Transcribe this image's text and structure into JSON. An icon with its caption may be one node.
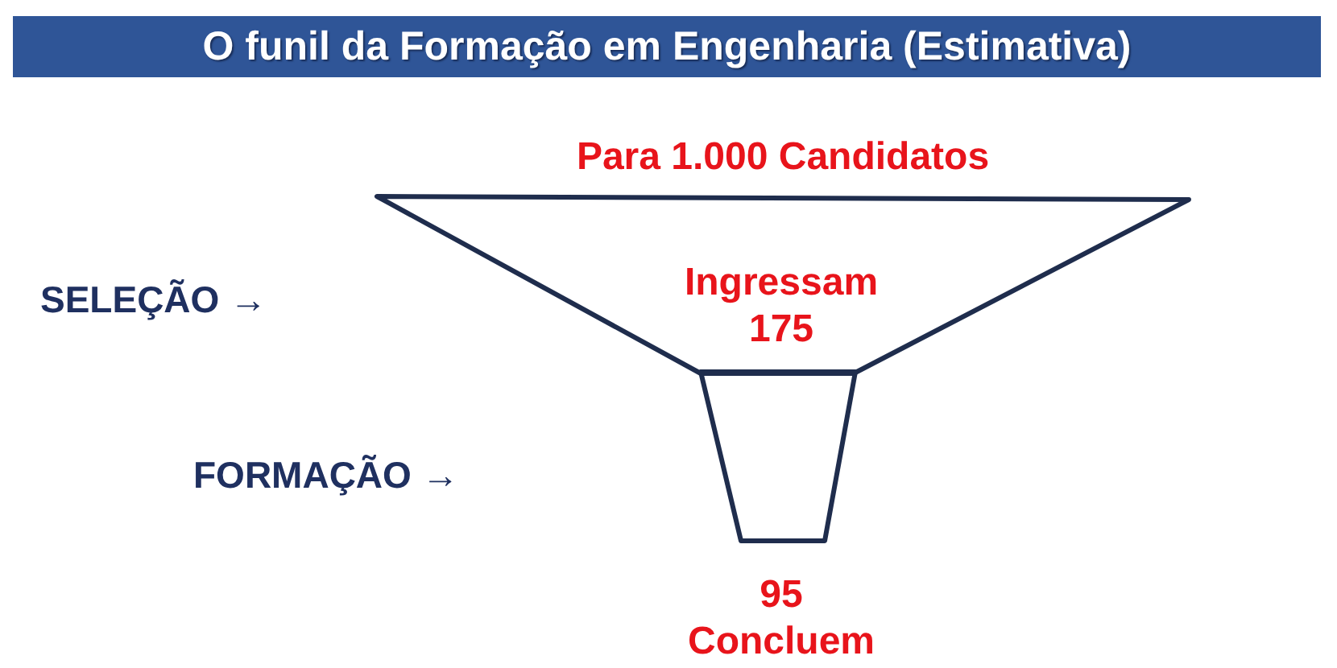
{
  "diagram": {
    "title": "O funil da Formação em Engenharia (Estimativa)",
    "nodes": [
      {
        "text": [
          "Para 1.000 Candidatos",
          "Ingressam 175"
        ]
      },
      {
        "text": [],
        "shape": "trapezoid",
        "beside": [
          "95 Concluem"
        ]
      }
    ],
    "labels": [
      "SELEÇÃO →",
      "FORMAÇÃO →"
    ]
  }
}
